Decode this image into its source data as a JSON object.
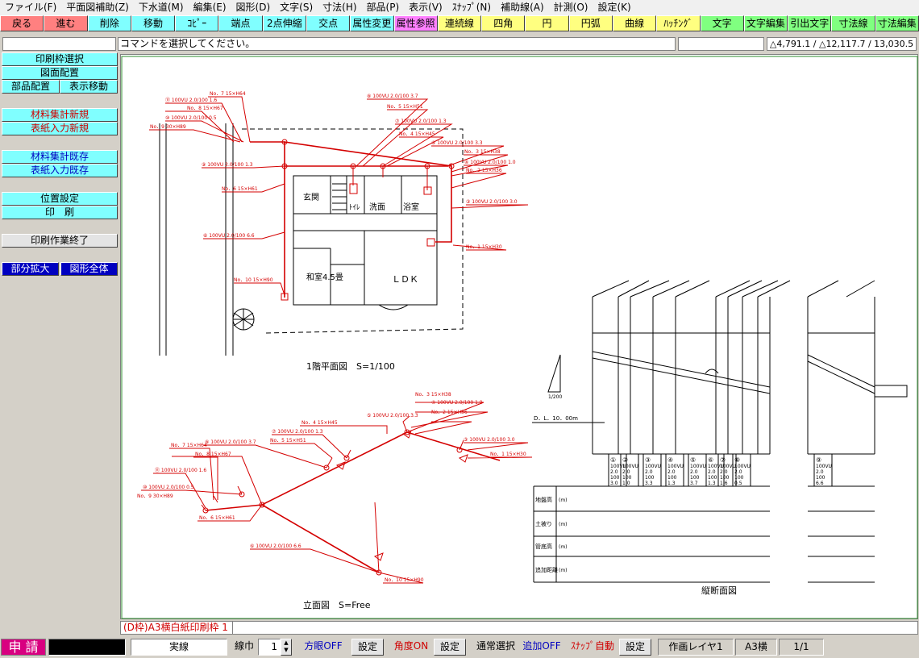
{
  "menu": [
    "ファイル(F)",
    "平面図補助(Z)",
    "下水道(M)",
    "編集(E)",
    "図形(D)",
    "文字(S)",
    "寸法(H)",
    "部品(P)",
    "表示(V)",
    "ｽﾅｯﾌﾟ(N)",
    "補助線(A)",
    "計測(O)",
    "設定(K)"
  ],
  "toolbar": [
    {
      "label": "戻る",
      "color": "#ff8080"
    },
    {
      "label": "進む",
      "color": "#ff8080"
    },
    {
      "label": "削除",
      "color": "#80ffff"
    },
    {
      "label": "移動",
      "color": "#80ffff"
    },
    {
      "label": "ｺﾋﾟｰ",
      "color": "#80ffff"
    },
    {
      "label": "端点",
      "color": "#80ffff"
    },
    {
      "label": "2点伸縮",
      "color": "#80ffff"
    },
    {
      "label": "交点",
      "color": "#80ffff"
    },
    {
      "label": "属性変更",
      "color": "#80ffff"
    },
    {
      "label": "属性参照",
      "color": "#ff80ff"
    },
    {
      "label": "連続線",
      "color": "#ffff80"
    },
    {
      "label": "四角",
      "color": "#ffff80"
    },
    {
      "label": "円",
      "color": "#ffff80"
    },
    {
      "label": "円弧",
      "color": "#ffff80"
    },
    {
      "label": "曲線",
      "color": "#ffff80"
    },
    {
      "label": "ﾊｯﾁﾝｸﾞ",
      "color": "#ffff80"
    },
    {
      "label": "文字",
      "color": "#80ff80"
    },
    {
      "label": "文字編集",
      "color": "#80ff80"
    },
    {
      "label": "引出文字",
      "color": "#80ff80"
    },
    {
      "label": "寸法線",
      "color": "#80ff80"
    },
    {
      "label": "寸法編集",
      "color": "#80ff80"
    }
  ],
  "command_prompt": "コマンドを選択してください。",
  "coords": "△4,791.1 / △12,117.7 / 13,030.5",
  "sidebar": {
    "print_frame_select": "印刷枠選択",
    "drawing_place": "図面配置",
    "parts_place": "部品配置",
    "display_move": "表示移動",
    "material_new": "材料集計新規",
    "cover_new": "表紙入力新規",
    "material_existing": "材料集計既存",
    "cover_existing": "表紙入力既存",
    "position_setting": "位置設定",
    "print": "印　刷",
    "print_end": "印刷作業終了",
    "zoom_part": "部分拡大",
    "zoom_all": "図形全体"
  },
  "frame_label": "(D枠)A3横白紙印刷枠 1",
  "status": {
    "apply": "申 請",
    "line_type": "実線",
    "line_width_label": "線巾",
    "line_width_value": "1",
    "grid": "方眼OFF",
    "set": "設定",
    "angle": "角度ON",
    "select_mode": "通常選択",
    "add": "追加OFF",
    "snap": "ｽﾅｯﾌﾟ自動",
    "layer": "作画レイヤ1",
    "paper": "A3横",
    "page": "1/1"
  },
  "drawing": {
    "plan_title": "1階平面図　S=1/100",
    "elev_title": "立面図　S=Free",
    "section_title": "縦断面図",
    "rooms": {
      "genkan": "玄関",
      "toilet": "ﾄｲﾚ",
      "senmen": "洗面",
      "yokushitsu": "浴室",
      "washitsu": "和室4.5畳",
      "ldk": "ＬＤＫ"
    },
    "datum": "D．L．10．00m",
    "scale_v": "1/200",
    "plan_labels": [
      "No．7 15×H64",
      "⑪ 100VU 2.0/100 1.6",
      "No．8 15×H67",
      "⑩ 100VU 2.0/100 0.5",
      "No．9 30×H89",
      "⑧ 100VU 2.0/100 3.7",
      "No．5 15×H51",
      "⑦ 100VU 2.0/100 1.3",
      "No．4 15×H45",
      "⑤ 100VU 2.0/100 3.3",
      "No．3 15×H38",
      "④ 100VU 2.0/100 1.0",
      "No．2 15×H36",
      "③ 100VU 2.0/100 3.0",
      "No．1 15×H30",
      "⑨ 100VU 2.0/100 1.3",
      "No．6 15×H61",
      "⑥ 100VU 2.0/100 6.6",
      "No．10 15×H90"
    ],
    "section_cols": [
      {
        "no": "①",
        "spec": "100VU",
        "slope": "2.0",
        "den": "100",
        "len": "3.0"
      },
      {
        "no": "②",
        "spec": "100VU",
        "slope": "2.0",
        "den": "100",
        "len": "1.0"
      },
      {
        "no": "③",
        "spec": "100VU",
        "slope": "2.0",
        "den": "100",
        "len": "3.3"
      },
      {
        "no": "④",
        "spec": "100VU",
        "slope": "2.0",
        "den": "100",
        "len": "1.3"
      },
      {
        "no": "⑤",
        "spec": "100VU",
        "slope": "2.0",
        "den": "100",
        "len": "3.7"
      },
      {
        "no": "⑥",
        "spec": "100VU",
        "slope": "2.0",
        "den": "100",
        "len": "1.3"
      },
      {
        "no": "⑦",
        "spec": "100VU",
        "slope": "2.0",
        "den": "100",
        "len": "1.6"
      },
      {
        "no": "⑧",
        "spec": "100VU",
        "slope": "2.0",
        "den": "100",
        "len": "0.5"
      },
      {
        "no": "⑨",
        "spec": "100VU",
        "slope": "2.0",
        "den": "100",
        "len": "6.6"
      }
    ],
    "section_rows": [
      "地盤高",
      "土被り",
      "管底高",
      "追加距離"
    ],
    "section_unit": "(m)"
  }
}
